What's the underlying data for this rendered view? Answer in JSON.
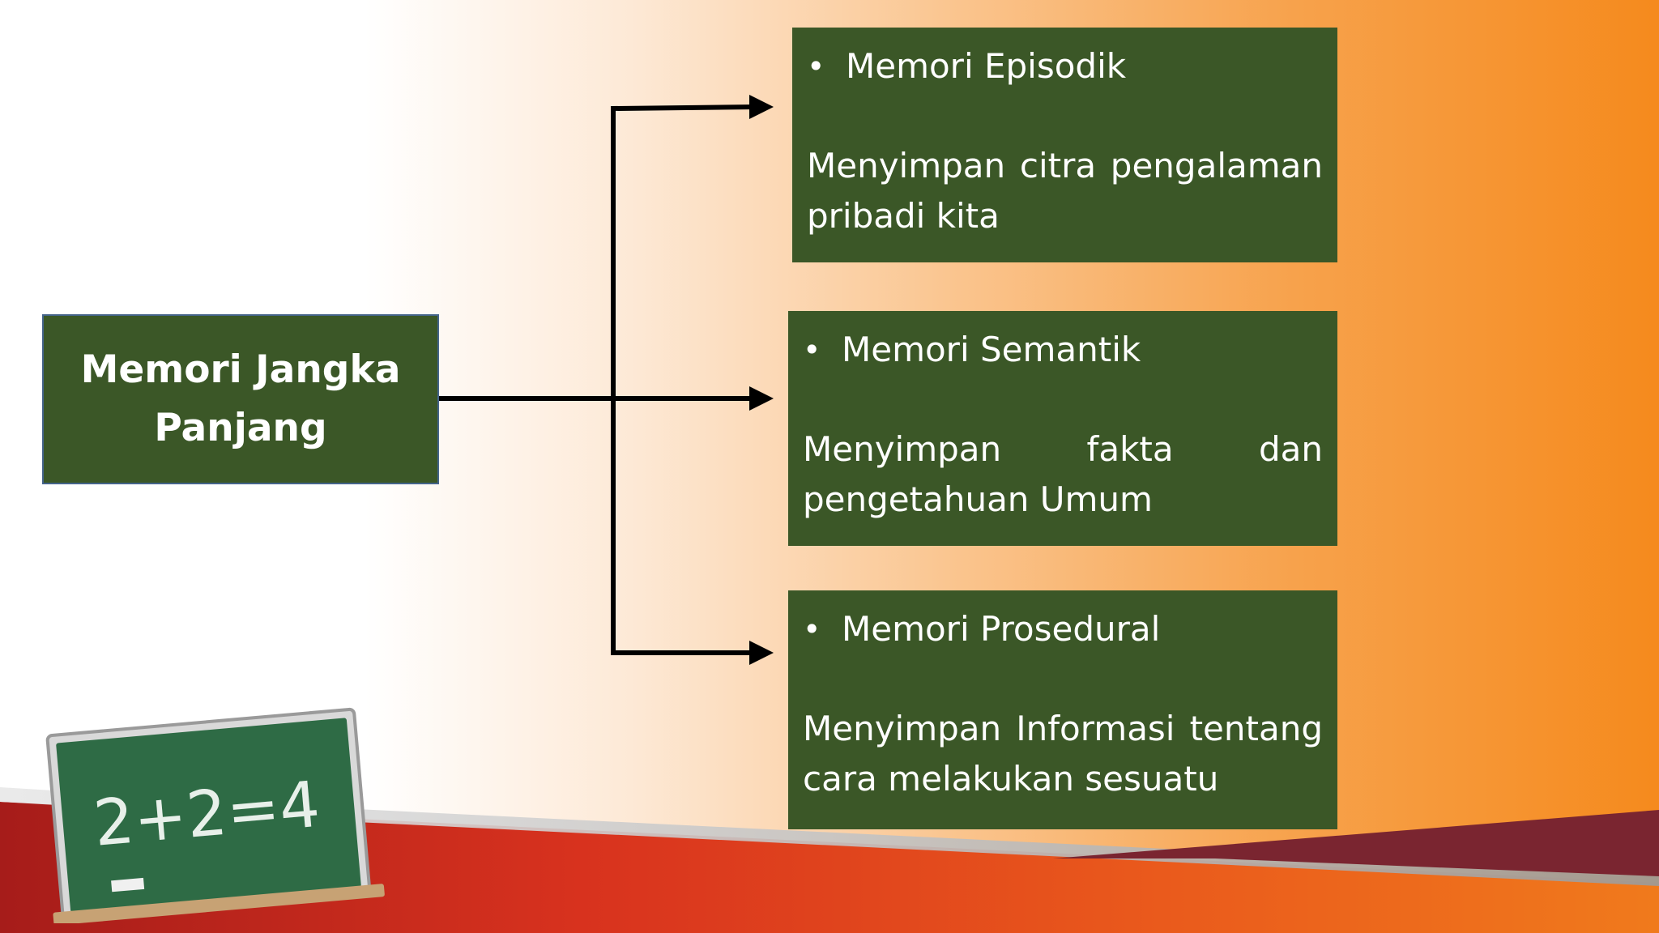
{
  "root": {
    "title": "Memori Jangka Panjang"
  },
  "children": [
    {
      "title": "Memori Episodik",
      "description": "Menyimpan citra pengalaman pribadi kita"
    },
    {
      "title": "Memori Semantik",
      "description": "Menyimpan fakta dan pengetahuan Umum"
    },
    {
      "title": "Memori Prosedural",
      "description": "Menyimpan Informasi tentang cara melakukan sesuatu"
    }
  ],
  "chalkboard": {
    "equation": "2+2=4"
  },
  "colors": {
    "box_fill": "#3b5727",
    "root_border": "#44648a",
    "connector": "#000000",
    "bottom_band_red": "#c8281e",
    "bottom_band_dark": "#7a2530",
    "chalkboard_green": "#2e6b45",
    "chalkboard_frame": "#c7a274"
  }
}
